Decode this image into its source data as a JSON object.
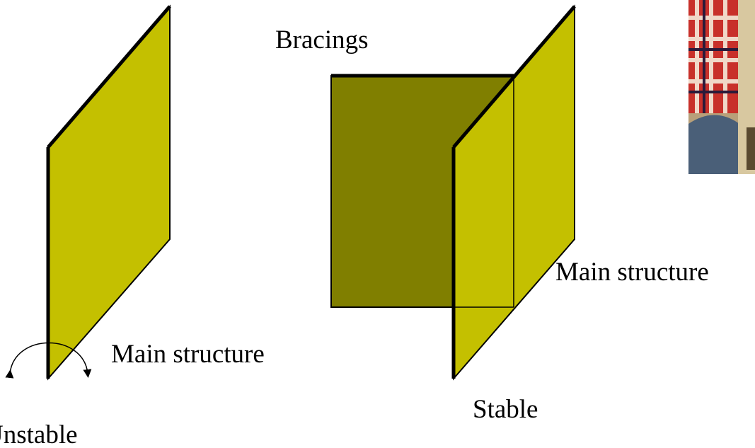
{
  "labels": {
    "bracings": "Bracings",
    "main_structure_left": "Main structure",
    "main_structure_right": "Main structure",
    "stable": "Stable",
    "unstable": "Unstable"
  },
  "colors": {
    "main_panel": "#c4c000",
    "bracing_panel": "#807f00",
    "outline": "#000000",
    "background": "#ffffff"
  },
  "photo": {
    "description_icon": "photo-thumbnail-cropped"
  }
}
